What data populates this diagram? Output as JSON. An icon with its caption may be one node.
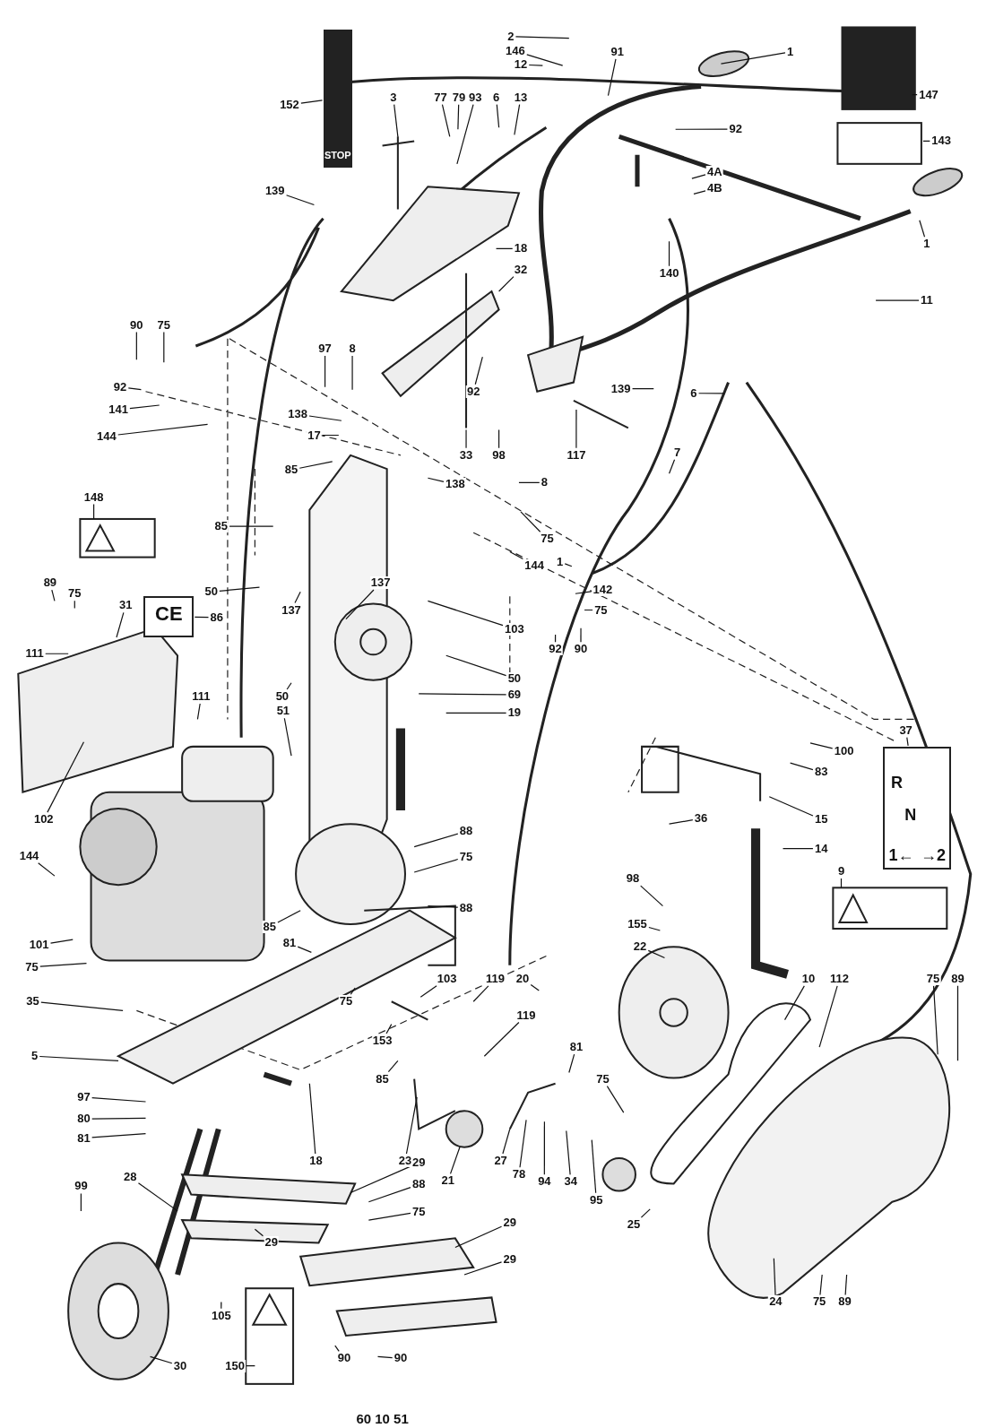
{
  "diagram": {
    "nodes": [
      {
        "text": [
          "2"
        ]
      },
      {
        "text": [
          "146"
        ]
      },
      {
        "text": [
          "12"
        ]
      },
      {
        "text": [
          "91"
        ]
      },
      {
        "text": [
          "1"
        ]
      },
      {
        "text": [
          "147"
        ]
      },
      {
        "text": [
          "152"
        ]
      },
      {
        "text": [
          "3"
        ]
      },
      {
        "text": [
          "77"
        ]
      },
      {
        "text": [
          "79"
        ]
      },
      {
        "text": [
          "93"
        ]
      },
      {
        "text": [
          "6"
        ]
      },
      {
        "text": [
          "13"
        ]
      },
      {
        "text": [
          "92"
        ]
      },
      {
        "text": [
          "143"
        ]
      },
      {
        "text": [
          "4A"
        ]
      },
      {
        "text": [
          "4B"
        ]
      },
      {
        "text": [
          "139"
        ]
      },
      {
        "text": [
          "1"
        ]
      },
      {
        "text": [
          "18"
        ]
      },
      {
        "text": [
          "32"
        ]
      },
      {
        "text": [
          "140"
        ]
      },
      {
        "text": [
          "11"
        ]
      },
      {
        "text": [
          "90"
        ]
      },
      {
        "text": [
          "75"
        ]
      },
      {
        "text": [
          "97"
        ]
      },
      {
        "text": [
          "8"
        ]
      },
      {
        "text": [
          "92"
        ]
      },
      {
        "text": [
          "92"
        ]
      },
      {
        "text": [
          "139"
        ]
      },
      {
        "text": [
          "6"
        ]
      },
      {
        "text": [
          "141"
        ]
      },
      {
        "text": [
          "138"
        ]
      },
      {
        "text": [
          "17"
        ]
      },
      {
        "text": [
          "144"
        ]
      },
      {
        "text": [
          "33"
        ]
      },
      {
        "text": [
          "98"
        ]
      },
      {
        "text": [
          "117"
        ]
      },
      {
        "text": [
          "7"
        ]
      },
      {
        "text": [
          "85"
        ]
      },
      {
        "text": [
          "138"
        ]
      },
      {
        "text": [
          "8"
        ]
      },
      {
        "text": [
          "148"
        ]
      },
      {
        "text": [
          "85"
        ]
      },
      {
        "text": [
          "75"
        ]
      },
      {
        "text": [
          "144"
        ]
      },
      {
        "text": [
          "1"
        ]
      },
      {
        "text": [
          "137"
        ]
      },
      {
        "text": [
          "142"
        ]
      },
      {
        "text": [
          "50"
        ]
      },
      {
        "text": [
          "89"
        ]
      },
      {
        "text": [
          "75"
        ]
      },
      {
        "text": [
          "31"
        ]
      },
      {
        "text": [
          "137"
        ]
      },
      {
        "text": [
          "75"
        ]
      },
      {
        "text": [
          "86"
        ]
      },
      {
        "text": [
          "103"
        ]
      },
      {
        "text": [
          "92"
        ]
      },
      {
        "text": [
          "90"
        ]
      },
      {
        "text": [
          "111"
        ]
      },
      {
        "text": [
          "50"
        ]
      },
      {
        "text": [
          "111"
        ]
      },
      {
        "text": [
          "50"
        ]
      },
      {
        "text": [
          "69"
        ]
      },
      {
        "text": [
          "19"
        ]
      },
      {
        "text": [
          "51"
        ]
      },
      {
        "text": [
          "37"
        ]
      },
      {
        "text": [
          "100"
        ]
      },
      {
        "text": [
          "83"
        ]
      },
      {
        "text": [
          "15"
        ]
      },
      {
        "text": [
          "36"
        ]
      },
      {
        "text": [
          "102"
        ]
      },
      {
        "text": [
          "88"
        ]
      },
      {
        "text": [
          "14"
        ]
      },
      {
        "text": [
          "75"
        ]
      },
      {
        "text": [
          "144"
        ]
      },
      {
        "text": [
          "9"
        ]
      },
      {
        "text": [
          "98"
        ]
      },
      {
        "text": [
          "88"
        ]
      },
      {
        "text": [
          "155"
        ]
      },
      {
        "text": [
          "85"
        ]
      },
      {
        "text": [
          "81"
        ]
      },
      {
        "text": [
          "101"
        ]
      },
      {
        "text": [
          "22"
        ]
      },
      {
        "text": [
          "75"
        ]
      },
      {
        "text": [
          "103"
        ]
      },
      {
        "text": [
          "119"
        ]
      },
      {
        "text": [
          "20"
        ]
      },
      {
        "text": [
          "10"
        ]
      },
      {
        "text": [
          "112"
        ]
      },
      {
        "text": [
          "75"
        ]
      },
      {
        "text": [
          "89"
        ]
      },
      {
        "text": [
          "35"
        ]
      },
      {
        "text": [
          "75"
        ]
      },
      {
        "text": [
          "119"
        ]
      },
      {
        "text": [
          "153"
        ]
      },
      {
        "text": [
          "81"
        ]
      },
      {
        "text": [
          "5"
        ]
      },
      {
        "text": [
          "85"
        ]
      },
      {
        "text": [
          "75"
        ]
      },
      {
        "text": [
          "97"
        ]
      },
      {
        "text": [
          "80"
        ]
      },
      {
        "text": [
          "81"
        ]
      },
      {
        "text": [
          "23"
        ]
      },
      {
        "text": [
          "18"
        ]
      },
      {
        "text": [
          "29"
        ]
      },
      {
        "text": [
          "27"
        ]
      },
      {
        "text": [
          "78"
        ]
      },
      {
        "text": [
          "28"
        ]
      },
      {
        "text": [
          "21"
        ]
      },
      {
        "text": [
          "94"
        ]
      },
      {
        "text": [
          "34"
        ]
      },
      {
        "text": [
          "88"
        ]
      },
      {
        "text": [
          "99"
        ]
      },
      {
        "text": [
          "95"
        ]
      },
      {
        "text": [
          "75"
        ]
      },
      {
        "text": [
          "25"
        ]
      },
      {
        "text": [
          "29"
        ]
      },
      {
        "text": [
          "29"
        ]
      },
      {
        "text": [
          "29"
        ]
      },
      {
        "text": [
          "24"
        ]
      },
      {
        "text": [
          "75"
        ]
      },
      {
        "text": [
          "89"
        ]
      },
      {
        "text": [
          "105"
        ]
      },
      {
        "text": [
          "90"
        ]
      },
      {
        "text": [
          "90"
        ]
      },
      {
        "text": [
          "30"
        ]
      },
      {
        "text": [
          "150"
        ]
      },
      {
        "text": [
          "STOP"
        ]
      },
      {
        "text": [
          "CE"
        ]
      },
      {
        "text": [
          "R",
          "N",
          "1←",
          "→2"
        ]
      }
    ],
    "edges": [
      {
        "from": 0,
        "to": null,
        "arrow": "none"
      },
      {
        "from": 1,
        "to": null,
        "arrow": "none"
      },
      {
        "from": 2,
        "to": null,
        "arrow": "none"
      },
      {
        "from": 3,
        "to": null,
        "arrow": "none"
      },
      {
        "from": 4,
        "to": null,
        "arrow": "none"
      },
      {
        "from": 5,
        "to": null,
        "arrow": "none"
      },
      {
        "from": 6,
        "to": 128,
        "arrow": "none"
      },
      {
        "from": 7,
        "to": null,
        "arrow": "none"
      },
      {
        "from": 8,
        "to": null,
        "arrow": "none"
      },
      {
        "from": 9,
        "to": null,
        "arrow": "none"
      },
      {
        "from": 10,
        "to": null,
        "arrow": "none"
      },
      {
        "from": 11,
        "to": null,
        "arrow": "none"
      },
      {
        "from": 12,
        "to": null,
        "arrow": "none"
      },
      {
        "from": 13,
        "to": null,
        "arrow": "none"
      },
      {
        "from": 14,
        "to": null,
        "arrow": "none"
      },
      {
        "from": 15,
        "to": null,
        "arrow": "none"
      },
      {
        "from": 16,
        "to": null,
        "arrow": "none"
      },
      {
        "from": 17,
        "to": null,
        "arrow": "none"
      },
      {
        "from": 18,
        "to": null,
        "arrow": "none"
      },
      {
        "from": 19,
        "to": null,
        "arrow": "none"
      },
      {
        "from": 20,
        "to": null,
        "arrow": "none"
      },
      {
        "from": 21,
        "to": null,
        "arrow": "none"
      },
      {
        "from": 22,
        "to": null,
        "arrow": "none"
      },
      {
        "from": 23,
        "to": null,
        "arrow": "none"
      },
      {
        "from": 24,
        "to": null,
        "arrow": "none"
      },
      {
        "from": 25,
        "to": null,
        "arrow": "none"
      },
      {
        "from": 26,
        "to": null,
        "arrow": "none"
      },
      {
        "from": 27,
        "to": null,
        "arrow": "none"
      },
      {
        "from": 28,
        "to": null,
        "arrow": "none"
      },
      {
        "from": 29,
        "to": null,
        "arrow": "none"
      },
      {
        "from": 30,
        "to": null,
        "arrow": "none"
      },
      {
        "from": 31,
        "to": null,
        "arrow": "none"
      },
      {
        "from": 32,
        "to": null,
        "arrow": "none"
      },
      {
        "from": 33,
        "to": null,
        "arrow": "none"
      },
      {
        "from": 34,
        "to": null,
        "arrow": "none"
      },
      {
        "from": 35,
        "to": null,
        "arrow": "none"
      },
      {
        "from": 36,
        "to": null,
        "arrow": "none"
      },
      {
        "from": 37,
        "to": null,
        "arrow": "none"
      },
      {
        "from": 38,
        "to": null,
        "arrow": "none"
      },
      {
        "from": 39,
        "to": null,
        "arrow": "none"
      },
      {
        "from": 40,
        "to": null,
        "arrow": "none"
      },
      {
        "from": 41,
        "to": null,
        "arrow": "none"
      },
      {
        "from": 42,
        "to": null,
        "arrow": "none"
      },
      {
        "from": 43,
        "to": null,
        "arrow": "none"
      },
      {
        "from": 44,
        "to": null,
        "arrow": "none"
      },
      {
        "from": 45,
        "to": null,
        "arrow": "none"
      },
      {
        "from": 46,
        "to": null,
        "arrow": "none"
      },
      {
        "from": 47,
        "to": null,
        "arrow": "none"
      },
      {
        "from": 48,
        "to": null,
        "arrow": "none"
      },
      {
        "from": 49,
        "to": null,
        "arrow": "none"
      },
      {
        "from": 50,
        "to": null,
        "arrow": "none"
      },
      {
        "from": 51,
        "to": null,
        "arrow": "none"
      },
      {
        "from": 52,
        "to": null,
        "arrow": "none"
      },
      {
        "from": 53,
        "to": null,
        "arrow": "none"
      },
      {
        "from": 54,
        "to": null,
        "arrow": "none"
      },
      {
        "from": 55,
        "to": 129,
        "arrow": "none"
      },
      {
        "from": 56,
        "to": null,
        "arrow": "none"
      },
      {
        "from": 57,
        "to": null,
        "arrow": "none"
      },
      {
        "from": 58,
        "to": null,
        "arrow": "none"
      },
      {
        "from": 59,
        "to": null,
        "arrow": "none"
      },
      {
        "from": 60,
        "to": null,
        "arrow": "none"
      },
      {
        "from": 61,
        "to": null,
        "arrow": "none"
      },
      {
        "from": 62,
        "to": null,
        "arrow": "none"
      },
      {
        "from": 63,
        "to": null,
        "arrow": "none"
      },
      {
        "from": 64,
        "to": null,
        "arrow": "none"
      },
      {
        "from": 65,
        "to": null,
        "arrow": "none"
      },
      {
        "from": 66,
        "to": 130,
        "arrow": "none"
      },
      {
        "from": 67,
        "to": null,
        "arrow": "none"
      },
      {
        "from": 68,
        "to": null,
        "arrow": "none"
      },
      {
        "from": 69,
        "to": null,
        "arrow": "none"
      },
      {
        "from": 70,
        "to": null,
        "arrow": "none"
      },
      {
        "from": 71,
        "to": null,
        "arrow": "none"
      },
      {
        "from": 72,
        "to": null,
        "arrow": "none"
      },
      {
        "from": 73,
        "to": null,
        "arrow": "none"
      },
      {
        "from": 74,
        "to": null,
        "arrow": "none"
      },
      {
        "from": 75,
        "to": null,
        "arrow": "none"
      },
      {
        "from": 76,
        "to": null,
        "arrow": "none"
      },
      {
        "from": 77,
        "to": null,
        "arrow": "none"
      },
      {
        "from": 78,
        "to": null,
        "arrow": "none"
      },
      {
        "from": 79,
        "to": null,
        "arrow": "none"
      },
      {
        "from": 80,
        "to": null,
        "arrow": "none"
      },
      {
        "from": 81,
        "to": null,
        "arrow": "none"
      },
      {
        "from": 82,
        "to": null,
        "arrow": "none"
      },
      {
        "from": 83,
        "to": null,
        "arrow": "none"
      },
      {
        "from": 84,
        "to": null,
        "arrow": "none"
      },
      {
        "from": 85,
        "to": null,
        "arrow": "none"
      },
      {
        "from": 86,
        "to": null,
        "arrow": "none"
      },
      {
        "from": 87,
        "to": null,
        "arrow": "none"
      },
      {
        "from": 88,
        "to": null,
        "arrow": "none"
      },
      {
        "from": 89,
        "to": null,
        "arrow": "none"
      },
      {
        "from": 90,
        "to": null,
        "arrow": "none"
      },
      {
        "from": 91,
        "to": null,
        "arrow": "none"
      },
      {
        "from": 92,
        "to": null,
        "arrow": "none"
      },
      {
        "from": 93,
        "to": null,
        "arrow": "none"
      },
      {
        "from": 94,
        "to": null,
        "arrow": "none"
      },
      {
        "from": 95,
        "to": null,
        "arrow": "none"
      },
      {
        "from": 96,
        "to": null,
        "arrow": "none"
      },
      {
        "from": 97,
        "to": null,
        "arrow": "none"
      },
      {
        "from": 98,
        "to": null,
        "arrow": "none"
      },
      {
        "from": 99,
        "to": null,
        "arrow": "none"
      },
      {
        "from": 100,
        "to": null,
        "arrow": "none"
      },
      {
        "from": 101,
        "to": null,
        "arrow": "none"
      },
      {
        "from": 102,
        "to": null,
        "arrow": "none"
      },
      {
        "from": 103,
        "to": null,
        "arrow": "none"
      },
      {
        "from": 104,
        "to": null,
        "arrow": "none"
      },
      {
        "from": 105,
        "to": null,
        "arrow": "none"
      },
      {
        "from": 106,
        "to": null,
        "arrow": "none"
      },
      {
        "from": 107,
        "to": null,
        "arrow": "none"
      },
      {
        "from": 108,
        "to": null,
        "arrow": "none"
      },
      {
        "from": 109,
        "to": null,
        "arrow": "none"
      },
      {
        "from": 110,
        "to": null,
        "arrow": "none"
      },
      {
        "from": 111,
        "to": null,
        "arrow": "none"
      },
      {
        "from": 112,
        "to": null,
        "arrow": "none"
      },
      {
        "from": 113,
        "to": null,
        "arrow": "none"
      },
      {
        "from": 114,
        "to": null,
        "arrow": "none"
      },
      {
        "from": 115,
        "to": null,
        "arrow": "none"
      },
      {
        "from": 116,
        "to": null,
        "arrow": "none"
      },
      {
        "from": 117,
        "to": null,
        "arrow": "none"
      },
      {
        "from": 118,
        "to": null,
        "arrow": "none"
      },
      {
        "from": 119,
        "to": null,
        "arrow": "none"
      },
      {
        "from": 120,
        "to": null,
        "arrow": "none"
      },
      {
        "from": 121,
        "to": null,
        "arrow": "none"
      },
      {
        "from": 122,
        "to": null,
        "arrow": "none"
      },
      {
        "from": 123,
        "to": null,
        "arrow": "none"
      },
      {
        "from": 124,
        "to": null,
        "arrow": "none"
      },
      {
        "from": 125,
        "to": null,
        "arrow": "none"
      },
      {
        "from": 126,
        "to": null,
        "arrow": "none"
      },
      {
        "from": 127,
        "to": null,
        "arrow": "none"
      }
    ],
    "labels": [
      "60 10 51"
    ]
  }
}
